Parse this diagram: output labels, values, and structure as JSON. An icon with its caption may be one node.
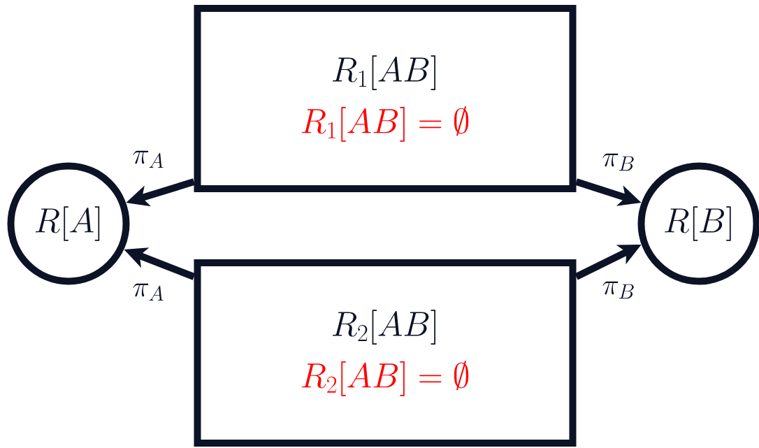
{
  "diagram": {
    "nodes": [
      {
        "text": [
          "R_1[AB]",
          "R_1[AB] = \\emptyset"
        ]
      },
      {
        "text": [
          "R_2[AB]",
          "R_2[AB] = \\emptyset"
        ]
      },
      {
        "text": [
          "R[A]"
        ]
      },
      {
        "text": [
          "R[B]"
        ]
      }
    ],
    "edges": [
      {
        "from": 0,
        "to": 2,
        "arrow": "to",
        "label": "\\pi_A"
      },
      {
        "from": 0,
        "to": 3,
        "arrow": "to",
        "label": "\\pi_B"
      },
      {
        "from": 1,
        "to": 2,
        "arrow": "to",
        "label": "\\pi_A"
      },
      {
        "from": 1,
        "to": 3,
        "arrow": "to",
        "label": "\\pi_B"
      }
    ]
  }
}
